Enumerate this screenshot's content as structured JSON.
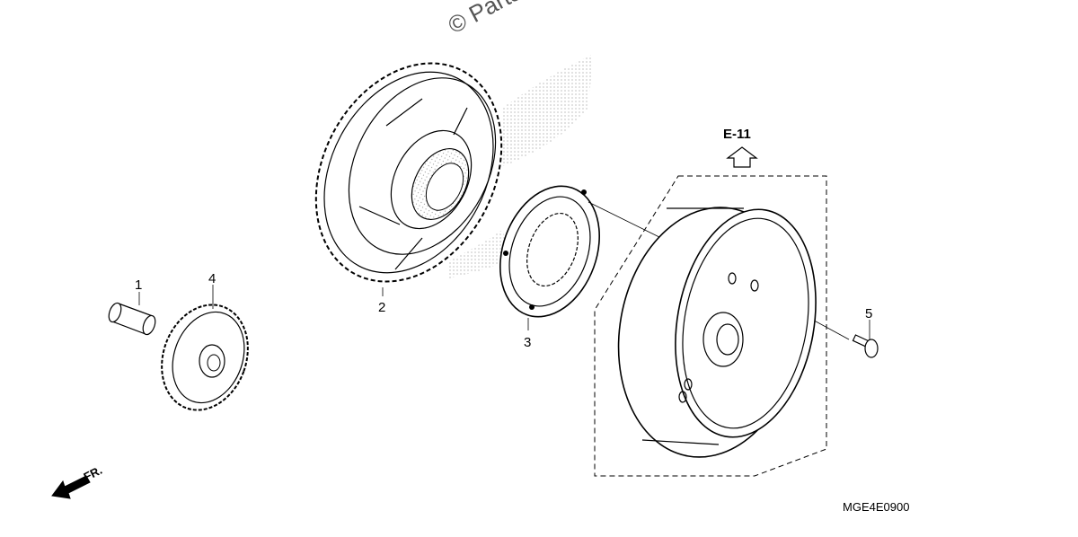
{
  "watermark": "© Parts",
  "reference": "E-11",
  "diagram_code": "MGE4E0900",
  "direction_label": "FR.",
  "callouts": [
    {
      "id": "1",
      "label": "1"
    },
    {
      "id": "2",
      "label": "2"
    },
    {
      "id": "3",
      "label": "3"
    },
    {
      "id": "4",
      "label": "4"
    },
    {
      "id": "5",
      "label": "5"
    }
  ],
  "icons": {
    "front_arrow": "arrow-left-down-icon",
    "reference_arrow": "arrow-up-outline-icon"
  }
}
